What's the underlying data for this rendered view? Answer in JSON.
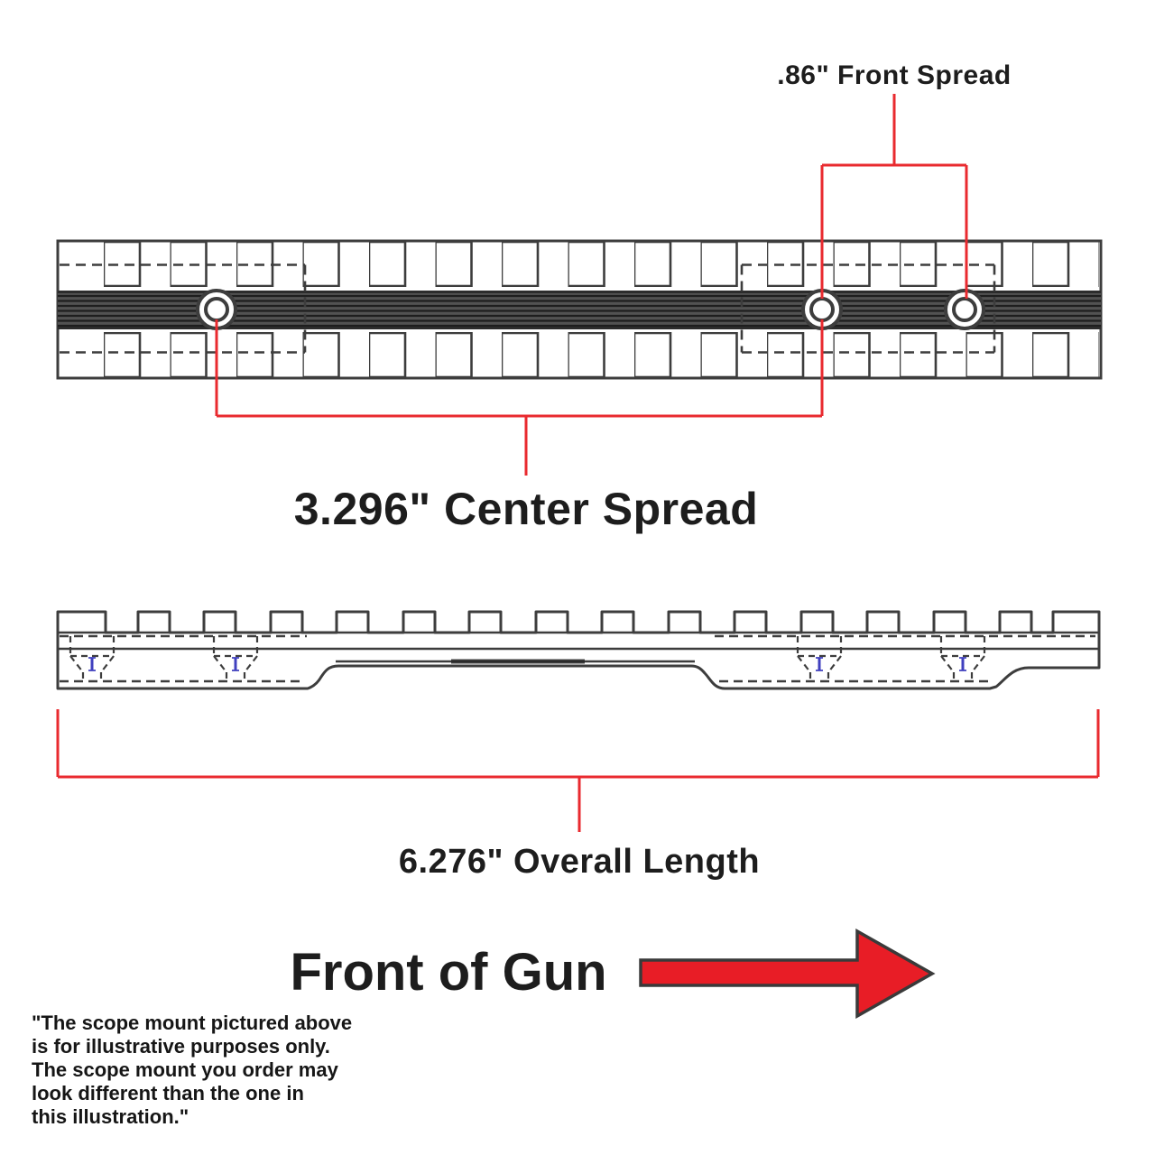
{
  "labels": {
    "front_spread": ".86\" Front Spread",
    "center_spread": "3.296\" Center Spread",
    "overall_length": "6.276\" Overall Length",
    "front_of_gun": "Front of Gun"
  },
  "measurements": {
    "front_spread_in": 0.86,
    "center_spread_in": 3.296,
    "overall_length_in": 6.276
  },
  "disclaimer": {
    "lines": [
      "\"The scope mount pictured above",
      "is for illustrative purposes only.",
      "The scope mount you order may",
      "look different than the one in",
      "this illustration.\""
    ]
  },
  "icons": {
    "front_of_gun_arrow": "right-arrow"
  },
  "colors": {
    "callout_red": "#e92a2f",
    "arrow_red": "#e81d26",
    "arrow_outline": "#3a3a3a",
    "line_dark": "#3d3d3d",
    "screw_mark_blue": "#4040bf"
  }
}
